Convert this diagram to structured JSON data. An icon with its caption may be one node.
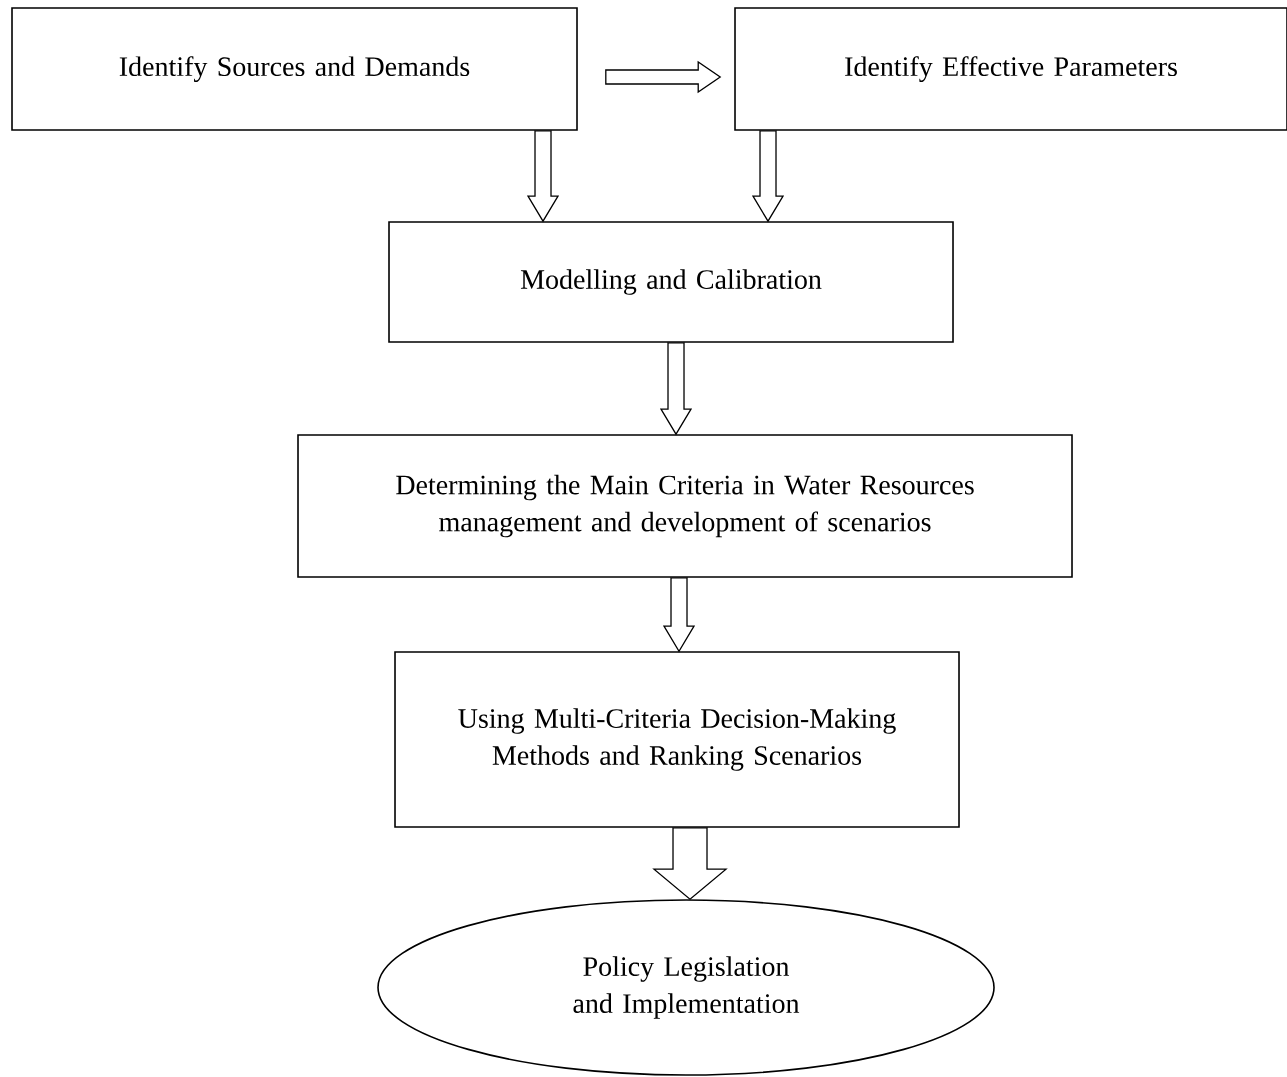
{
  "diagram": {
    "nodes": [
      {
        "text": [
          "Identify Sources and Demands"
        ]
      },
      {
        "text": [
          "Identify Effective Parameters"
        ]
      },
      {
        "text": [
          "Modelling and Calibration"
        ]
      },
      {
        "text": [
          "Determining the Main Criteria in Water Resources management and development of scenarios"
        ]
      },
      {
        "text": [
          "Using Multi-Criteria Decision-Making Methods and Ranking Scenarios"
        ]
      },
      {
        "text": [
          "Policy Legislation and Implementation"
        ]
      }
    ],
    "edges": [
      {
        "from": 0,
        "to": 1,
        "arrow": "to"
      },
      {
        "from": 0,
        "to": 2,
        "arrow": "to"
      },
      {
        "from": 1,
        "to": 2,
        "arrow": "to"
      },
      {
        "from": 2,
        "to": 3,
        "arrow": "to"
      },
      {
        "from": 3,
        "to": 4,
        "arrow": "to"
      },
      {
        "from": 4,
        "to": 5,
        "arrow": "to"
      }
    ]
  }
}
